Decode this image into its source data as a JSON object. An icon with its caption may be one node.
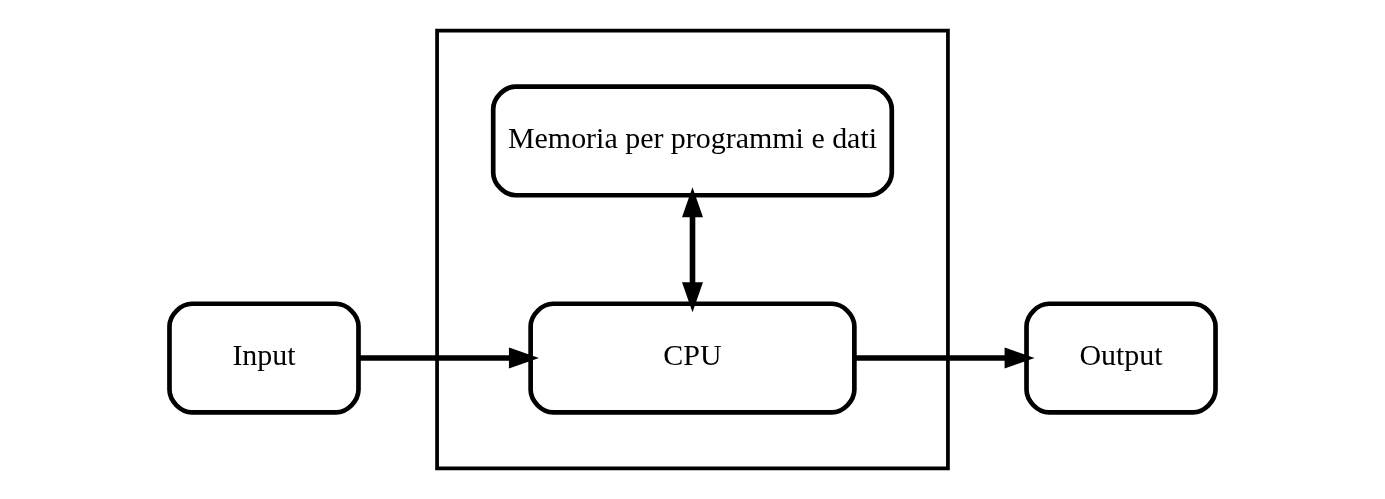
{
  "diagram": {
    "nodes": [
      {
        "text": [],
        "shape": "box"
      },
      {
        "text": [
          "Memoria per programmi e dati"
        ],
        "in": 0
      },
      {
        "text": [
          "CPU"
        ],
        "in": 0
      },
      {
        "text": [
          "Input"
        ]
      },
      {
        "text": [
          "Output"
        ]
      }
    ],
    "edges": [
      {
        "from": 3,
        "to": 2,
        "arrow": "to"
      },
      {
        "from": 1,
        "to": 2,
        "arrow": "both"
      },
      {
        "from": 2,
        "to": 4,
        "arrow": "to"
      }
    ]
  }
}
